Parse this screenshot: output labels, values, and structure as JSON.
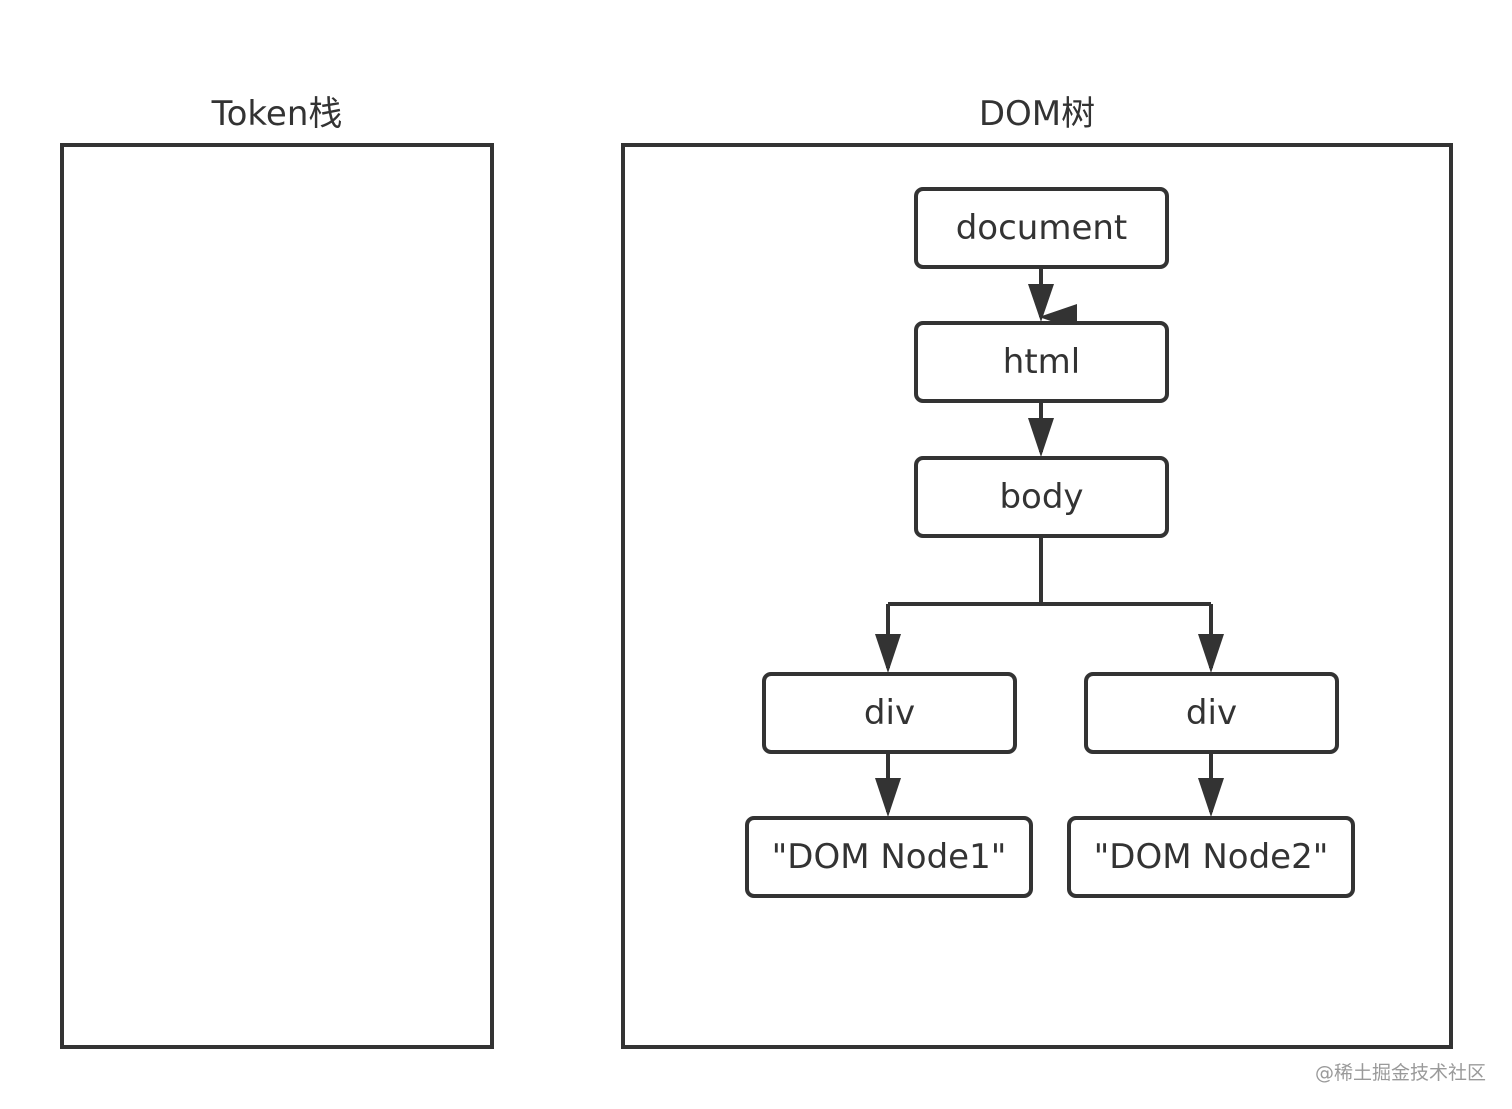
{
  "token_panel": {
    "title": "Token栈"
  },
  "dom_panel": {
    "title": "DOM树",
    "nodes": {
      "document": "document",
      "html": "html",
      "body": "body",
      "div_left": "div",
      "div_right": "div",
      "text_1": "\"DOM Node1\"",
      "text_2": "\"DOM Node2\""
    }
  },
  "watermark": "@稀土掘金技术社区",
  "colors": {
    "stroke": "#333333",
    "background": "#ffffff",
    "watermark": "#9a9a9a"
  }
}
